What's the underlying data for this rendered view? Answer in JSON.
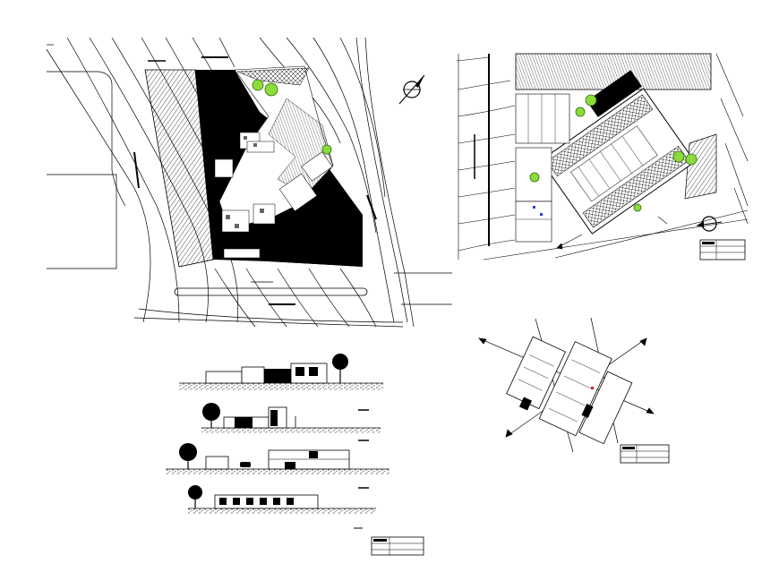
{
  "drawing": {
    "description_free": true,
    "views": [
      {
        "id": "site-plan",
        "kind": "site plan"
      },
      {
        "id": "ground-floor-plan",
        "kind": "floor plan"
      },
      {
        "id": "elevations",
        "kind": "elevations",
        "count": 4
      },
      {
        "id": "section-plan",
        "kind": "building section layout"
      }
    ],
    "north_arrows": 2,
    "title_blocks": 3,
    "colors": {
      "ink": "#000000",
      "tree_fill": "#8bdc3a",
      "tree_stroke": "#2f6b0f",
      "paper": "#ffffff",
      "accent_blue": "#2d3bd6",
      "accent_red": "#cc1f1f"
    }
  }
}
